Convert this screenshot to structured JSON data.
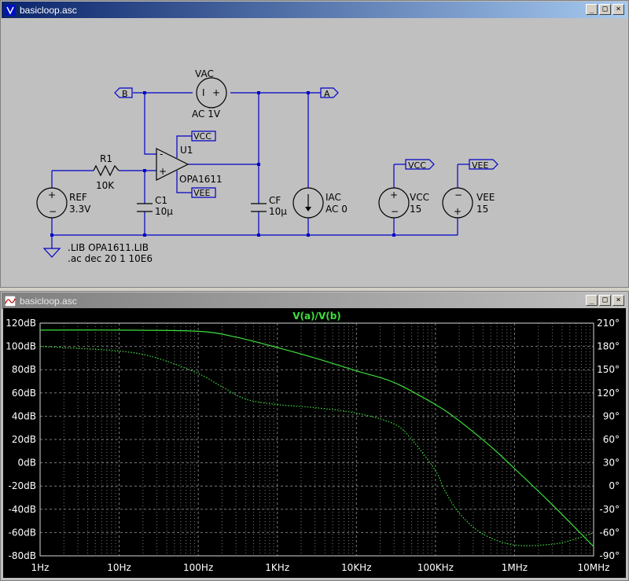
{
  "schematic_window": {
    "title": "basicloop.asc",
    "buttons": {
      "minimize": "_",
      "maximize": "□",
      "close": "×"
    }
  },
  "schematic": {
    "labels": {
      "vac_name": "VAC",
      "vac_value": "AC 1V",
      "vac_minus": "I",
      "vac_plus": "+",
      "net_b": "B",
      "net_a": "A",
      "u1_name": "U1",
      "u1_model": "OPA1611",
      "u1_vcc": "VCC",
      "u1_vee": "VEE",
      "opamp_minus": "-",
      "opamp_plus": "+",
      "r1_name": "R1",
      "r1_value": "10K",
      "ref_name": "REF",
      "ref_value": "3.3V",
      "c1_name": "C1",
      "c1_value": "10µ",
      "cf_name": "CF",
      "cf_value": "10µ",
      "iac_name": "IAC",
      "iac_value": "AC 0",
      "vcc_flag": "VCC",
      "vcc_name": "VCC",
      "vcc_value": "15",
      "vee_flag": "VEE",
      "vee_name": "VEE",
      "vee_value": "15",
      "src_plus": "+",
      "src_minus": "−",
      "directive_lib": ".LIB OPA1611.LIB",
      "directive_ac": ".ac dec 20 1 10E6"
    }
  },
  "plot_window": {
    "title": "basicloop.asc",
    "buttons": {
      "minimize": "_",
      "maximize": "□",
      "close": "×"
    }
  },
  "colors": {
    "plot_bg": "#000000",
    "trace": "#3ce03c",
    "wire": "#0000c8",
    "titlebar_active": "#0a246a"
  },
  "chart_data": {
    "type": "line",
    "title": "V(a)/V(b)",
    "x_scale": "log",
    "xlim": [
      1,
      10000000
    ],
    "x_ticks": [
      "1Hz",
      "10Hz",
      "100Hz",
      "1KHz",
      "10KHz",
      "100KHz",
      "1MHz",
      "10MHz"
    ],
    "ylim_left": [
      -80,
      120
    ],
    "y_left_ticks": [
      "120dB",
      "100dB",
      "80dB",
      "60dB",
      "40dB",
      "20dB",
      "0dB",
      "-20dB",
      "-40dB",
      "-60dB",
      "-80dB"
    ],
    "ylim_right": [
      -90,
      210
    ],
    "y_right_ticks": [
      "210°",
      "180°",
      "150°",
      "120°",
      "90°",
      "60°",
      "30°",
      "0°",
      "-30°",
      "-60°",
      "-90°"
    ],
    "grid": true,
    "series": [
      {
        "style": "solid",
        "axis": "left",
        "x": [
          1,
          10,
          100,
          300,
          1000,
          3000,
          10000,
          30000,
          100000,
          200000,
          500000,
          1000000,
          3000000,
          10000000
        ],
        "y": [
          114,
          114,
          113,
          108,
          99,
          90,
          79,
          69,
          50,
          36,
          14,
          -5,
          -36,
          -72
        ]
      },
      {
        "style": "dotted",
        "axis": "right",
        "x": [
          1,
          10,
          30,
          100,
          200,
          400,
          1000,
          3000,
          10000,
          30000,
          50000,
          100000,
          130000,
          200000,
          400000,
          1000000,
          3000000,
          6000000,
          10000000
        ],
        "y": [
          180,
          174,
          165,
          145,
          128,
          112,
          105,
          101,
          94,
          80,
          60,
          20,
          -5,
          -35,
          -62,
          -76,
          -75,
          -68,
          -60
        ]
      }
    ]
  }
}
